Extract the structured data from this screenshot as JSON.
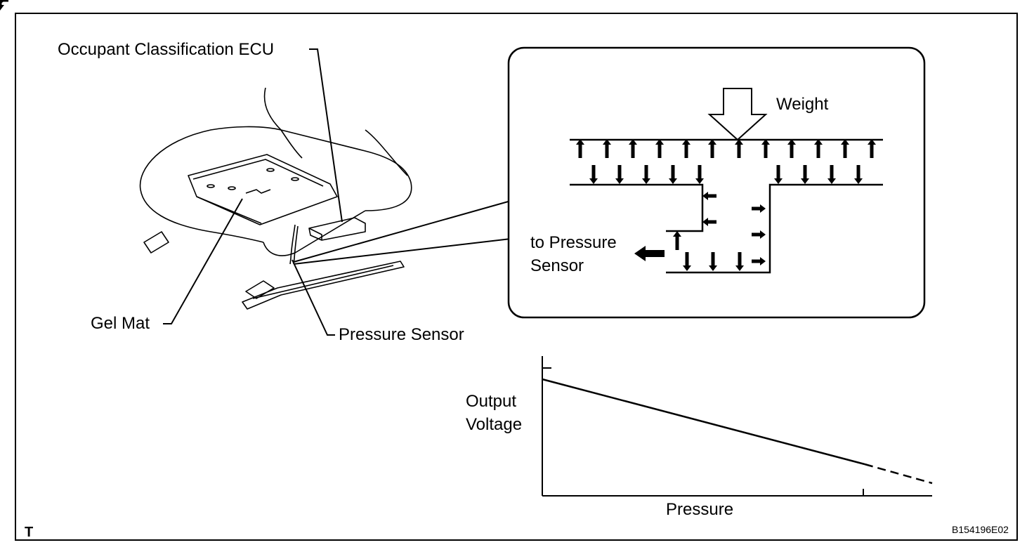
{
  "labels": {
    "ecu": "Occupant Classification ECU",
    "gel_mat": "Gel Mat",
    "pressure_sensor": "Pressure Sensor",
    "weight": "Weight",
    "to_pressure_sensor_line1": "to Pressure",
    "to_pressure_sensor_line2": "Sensor"
  },
  "graph": {
    "ylabel_line1": "Output",
    "ylabel_line2": "Voltage",
    "xlabel": "Pressure"
  },
  "corner_mark": "T",
  "figure_code": "B154196E02"
}
